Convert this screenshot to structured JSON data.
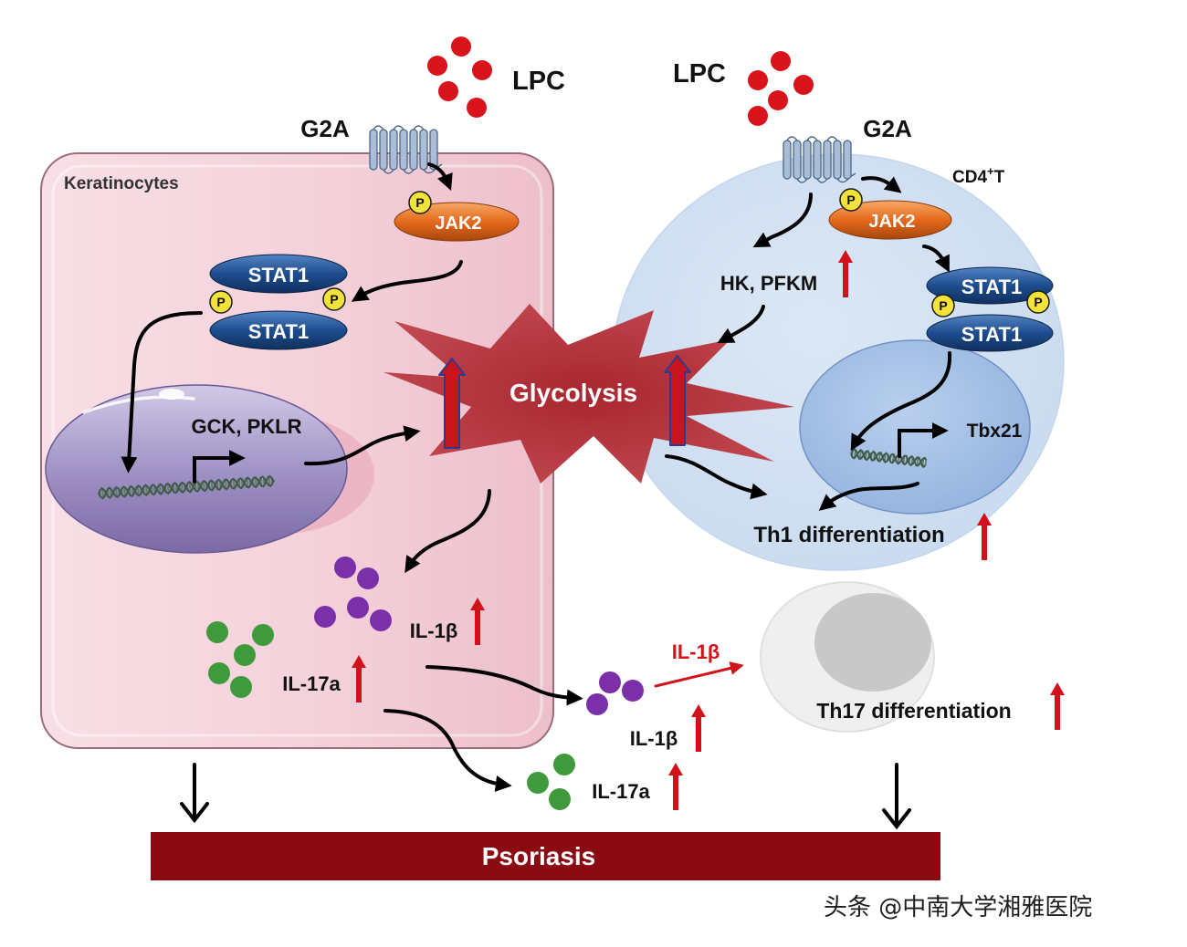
{
  "keratinocyte": {
    "cell_label": "Keratinocytes",
    "ligand_label": "LPC",
    "receptor_label": "G2A",
    "kinase_label": "JAK2",
    "phospho_label": "P",
    "stat_label": "STAT1",
    "target_genes": "GCK, PKLR",
    "il1b_label": "IL-1β",
    "il17a_label": "IL-17a"
  },
  "cd4_t_cell": {
    "cell_label_main": "CD4",
    "cell_label_sup": "+",
    "cell_label_tail": "T",
    "ligand_label": "LPC",
    "receptor_label": "G2A",
    "kinase_label": "JAK2",
    "phospho_label": "P",
    "stat_label": "STAT1",
    "enzymes_label": "HK, PFKM",
    "target_gene": "Tbx21",
    "outcome_label": "Th1 differentiation"
  },
  "center": {
    "process_label": "Glycolysis"
  },
  "extracellular": {
    "il1b_signal_label": "IL-1β",
    "il1b_label": "IL-1β",
    "il17a_label": "IL-17a",
    "th17_label": "Th17 differentiation"
  },
  "outcome": {
    "disease_label": "Psoriasis"
  },
  "watermark": "头条 @中南大学湘雅医院",
  "colors": {
    "lpc": "#d9131b",
    "il1b": "#7b2fa8",
    "il17a": "#3e9a3a",
    "up_arrow": "#d2121a",
    "glycolysis": "#b2323a",
    "psoriasis_bar": "#8b0b12",
    "jak2": "#e46a1c",
    "stat1": "#1d4d8e",
    "phospho": "#f3e23a",
    "keratinocyte": "#f4d2db",
    "t_cell": "#d3e2f3"
  }
}
